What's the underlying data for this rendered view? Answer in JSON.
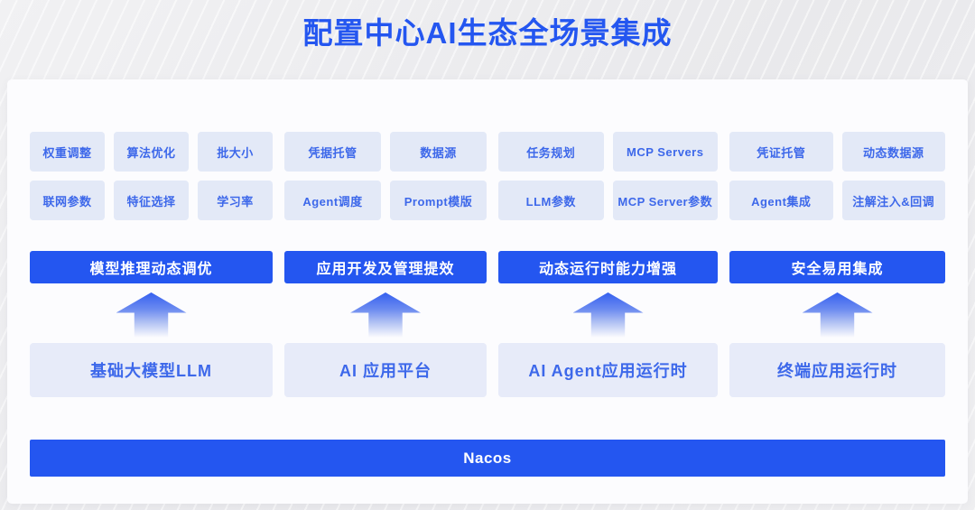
{
  "title": "配置中心AI生态全场景集成",
  "colors": {
    "accent_blue": "#2456F0",
    "chip_background": "#E3E9F7",
    "chip_text": "#3D68EA",
    "platform_box_background": "#E7EBF9",
    "bar_text": "#FFFFFF"
  },
  "columns": [
    {
      "chip_rows": [
        [
          "权重调整",
          "算法优化",
          "批大小"
        ],
        [
          "联网参数",
          "特征选择",
          "学习率"
        ]
      ],
      "bar": "模型推理动态调优",
      "box": "基础大模型LLM"
    },
    {
      "chip_rows": [
        [
          "凭据托管",
          "数据源"
        ],
        [
          "Agent调度",
          "Prompt模版"
        ]
      ],
      "bar": "应用开发及管理提效",
      "box": "AI 应用平台"
    },
    {
      "chip_rows": [
        [
          "任务规划",
          "MCP Servers"
        ],
        [
          "LLM参数",
          "MCP Server参数"
        ]
      ],
      "bar": "动态运行时能力增强",
      "box": "AI Agent应用运行时"
    },
    {
      "chip_rows": [
        [
          "凭证托管",
          "动态数据源"
        ],
        [
          "Agent集成",
          "注解注入&回调"
        ]
      ],
      "bar": "安全易用集成",
      "box": "终端应用运行时"
    }
  ],
  "foundation": {
    "label": "Nacos"
  }
}
